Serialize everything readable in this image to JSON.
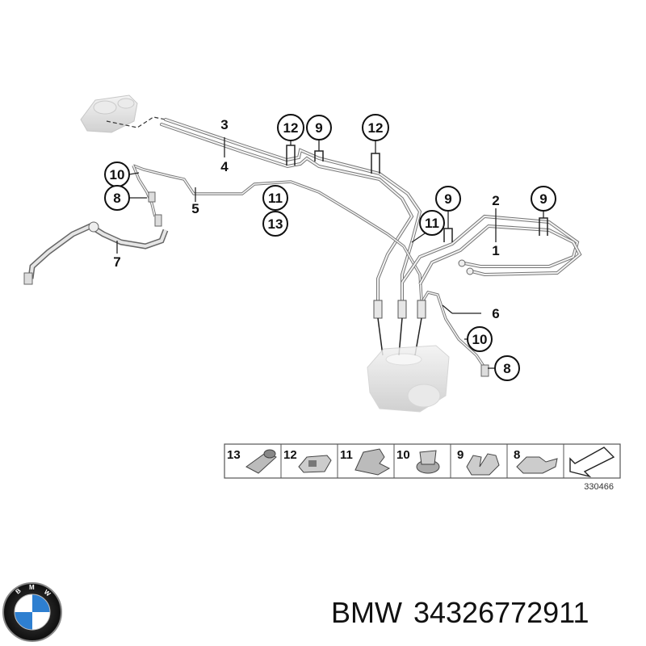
{
  "callouts": {
    "c12a": "12",
    "c9a": "9",
    "c12b": "12",
    "c10a": "10",
    "c8a": "8",
    "c11a": "11",
    "c13a": "13",
    "c9b": "9",
    "c11b": "11",
    "c9c": "9",
    "c10b": "10",
    "c8b": "8"
  },
  "labels": {
    "l3": "3",
    "l4": "4",
    "l5": "5",
    "l7": "7",
    "l2": "2",
    "l1": "1",
    "l6": "6"
  },
  "legend": {
    "items": [
      "13",
      "12",
      "11",
      "10",
      "9",
      "8"
    ]
  },
  "reference_number": "330466",
  "footer": {
    "brand": "BMW",
    "part_number": "34326772911"
  }
}
